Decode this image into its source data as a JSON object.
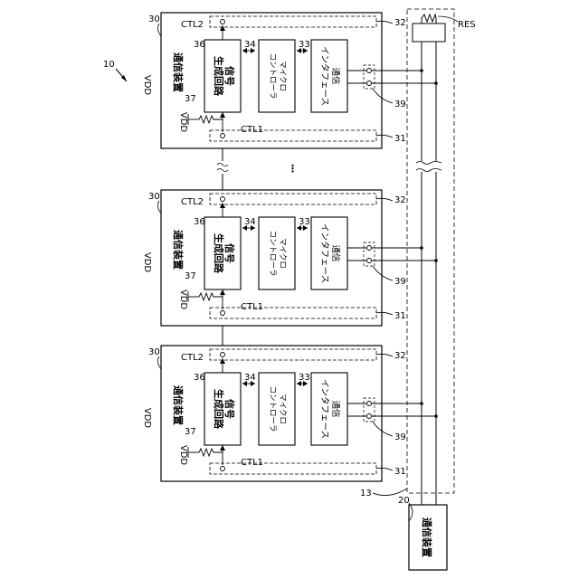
{
  "system_ref": "10",
  "bus_ref": "13",
  "resistor_label": "RES",
  "master": {
    "ref": "20",
    "label": "通信装置"
  },
  "unit": {
    "ref": "30",
    "title": "通信装置",
    "vdd": "VDD",
    "ref_signal_circuit": "36",
    "signal_circuit_label": [
      "信号",
      "生成回路"
    ],
    "ref_micro": "34",
    "micro_label": [
      "マイクロ",
      "コントローラ"
    ],
    "ref_interface": "33",
    "interface_label": [
      "通信",
      "インタフェース"
    ],
    "ref_resistor": "37",
    "ctl1": "CTL1",
    "ctl2": "CTL2",
    "ref_port_top": "32",
    "ref_port_bottom": "31",
    "ref_bus_port": "39"
  },
  "ellipsis": "⋮"
}
